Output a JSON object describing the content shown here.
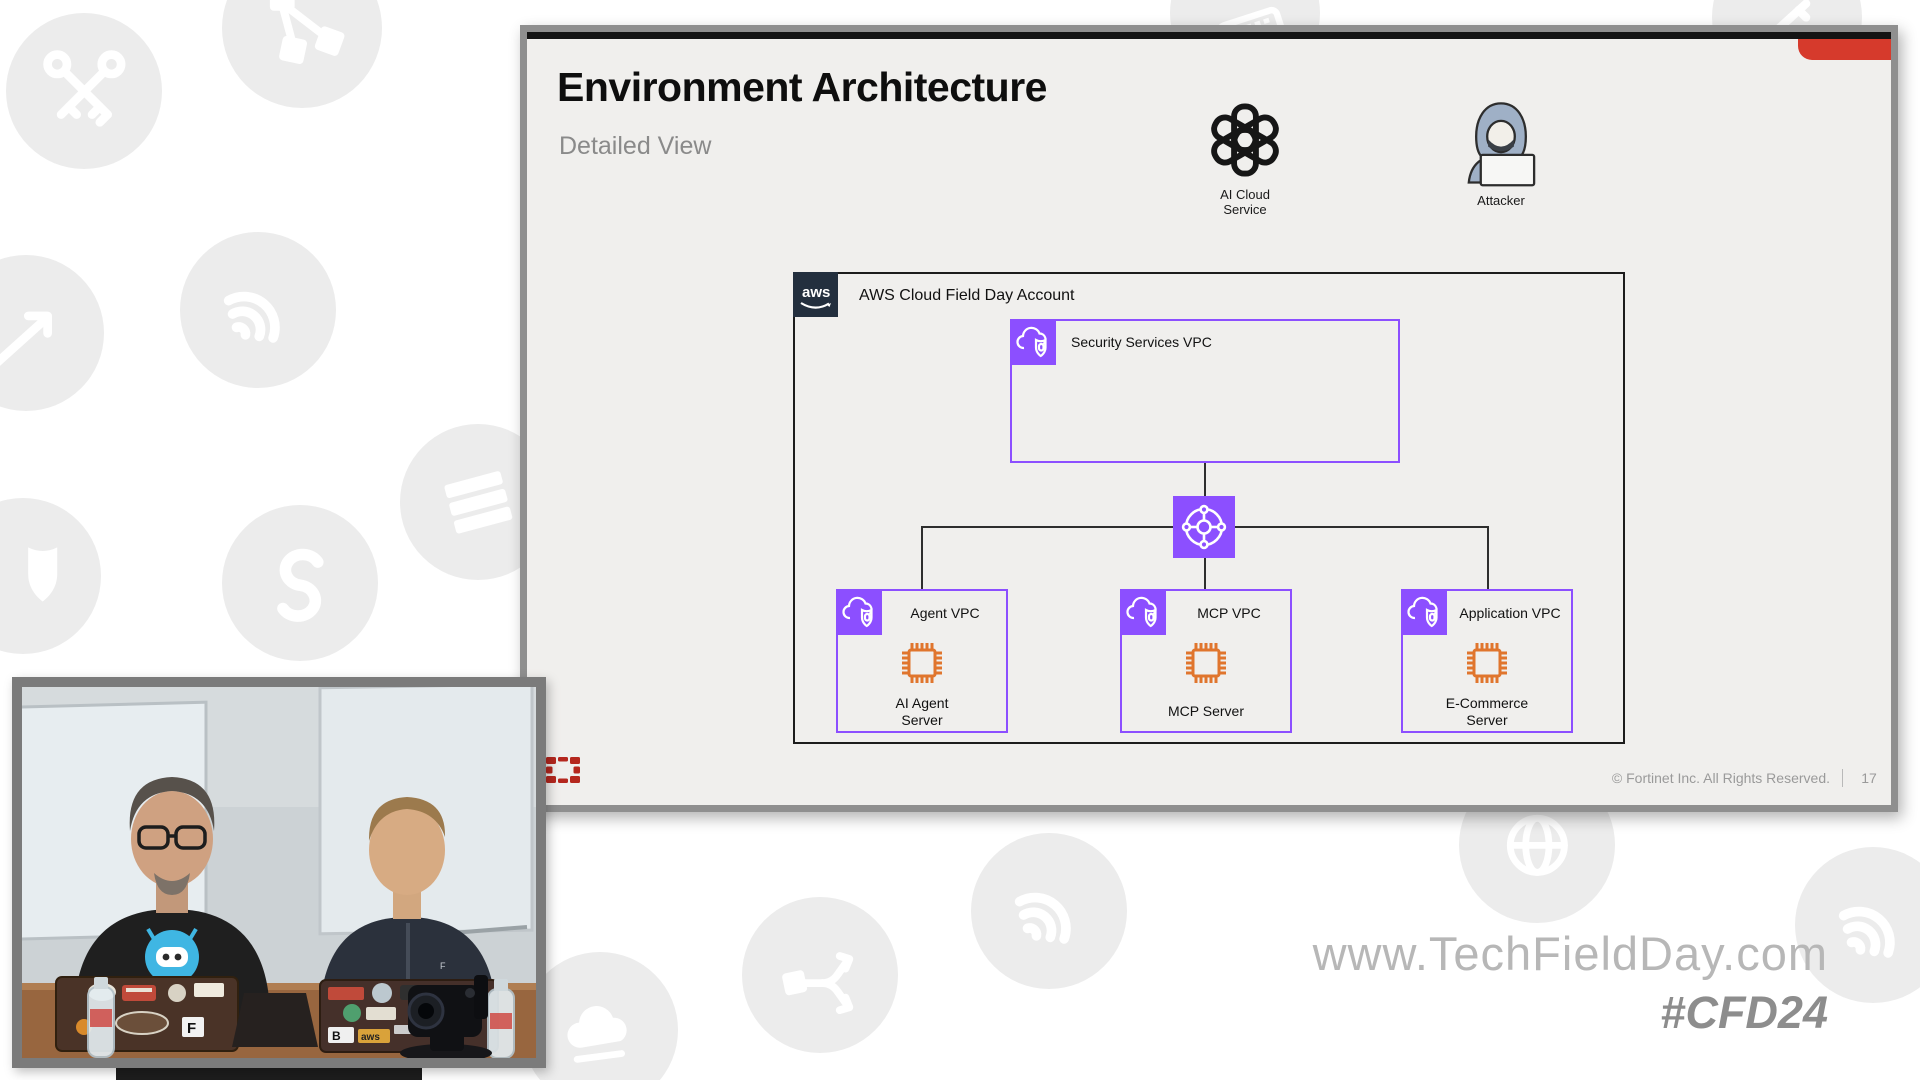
{
  "slide": {
    "title": "Environment Architecture",
    "subtitle": "Detailed View",
    "ai_cloud": {
      "line1": "AI Cloud",
      "line2": "Service"
    },
    "attacker_label": "Attacker",
    "aws": {
      "logo_text": "aws",
      "account_label": "AWS Cloud Field Day Account",
      "security_vpc": {
        "label": "Security Services VPC"
      },
      "agent_vpc": {
        "label": "Agent VPC",
        "server1": "AI Agent",
        "server2": "Server"
      },
      "mcp_vpc": {
        "label": "MCP VPC",
        "server": "MCP Server"
      },
      "app_vpc": {
        "label": "Application VPC",
        "server1": "E-Commerce",
        "server2": "Server"
      }
    },
    "footer": {
      "copyright": "© Fortinet Inc. All Rights Reserved.",
      "page": "17"
    }
  },
  "overlay": {
    "website": "www.TechFieldDay.com",
    "hashtag": "#CFD24"
  },
  "colors": {
    "vpc_purple": "#8C4FFF",
    "chip_orange": "#E0752D",
    "aws_navy": "#232F3E",
    "slide_accent_red": "#D63A2C",
    "fortinet_red": "#B5271E",
    "watermark_gray": "#ECECEC"
  }
}
